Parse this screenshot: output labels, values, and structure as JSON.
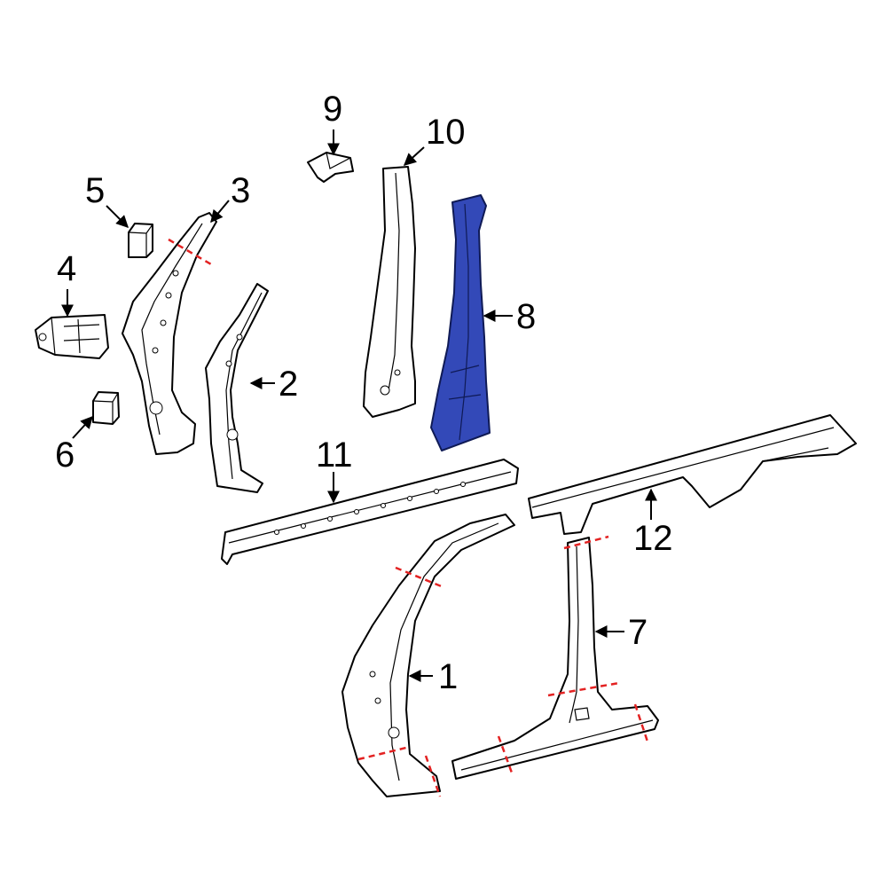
{
  "colors": {
    "highlight_part": "#3349b8",
    "cut_line": "#e32222",
    "outline": "#000000",
    "background": "#ffffff"
  },
  "callouts": {
    "c1": "1",
    "c2": "2",
    "c3": "3",
    "c4": "4",
    "c5": "5",
    "c6": "6",
    "c7": "7",
    "c8": "8",
    "c9": "9",
    "c10": "10",
    "c11": "11",
    "c12": "12"
  },
  "highlighted_callout": "8"
}
